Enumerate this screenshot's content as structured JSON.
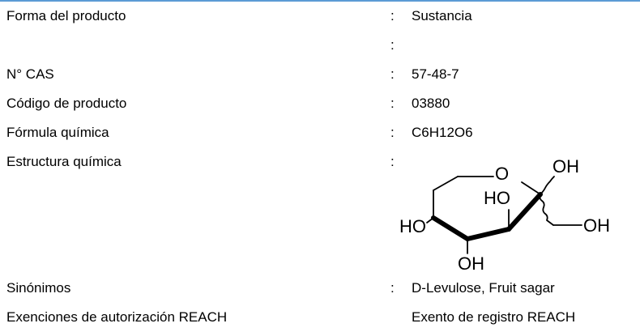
{
  "rows": [
    {
      "label": "Forma del producto",
      "colon": ":",
      "value": "Sustancia"
    },
    {
      "label": "",
      "colon": ":",
      "value": ""
    },
    {
      "label": "N° CAS",
      "colon": ":",
      "value": "57-48-7"
    },
    {
      "label": "Código de producto",
      "colon": ":",
      "value": "03880"
    },
    {
      "label": "Fórmula química",
      "colon": ":",
      "value": "C6H12O6"
    },
    {
      "label": "Estructura química",
      "colon": ":",
      "value": ""
    },
    {
      "label": "Sinónimos",
      "colon": ":",
      "value": "D-Levulose, Fruit sagar"
    },
    {
      "label": "Exenciones de autorización REACH",
      "colon": "",
      "value": "Exento de registro REACH"
    }
  ],
  "structure": {
    "atoms": {
      "o_ring": "O",
      "oh1": "OH",
      "ho_inner": "HO",
      "oh_ch2": "OH",
      "ho_left": "HO",
      "oh_bottom": "OH"
    }
  }
}
